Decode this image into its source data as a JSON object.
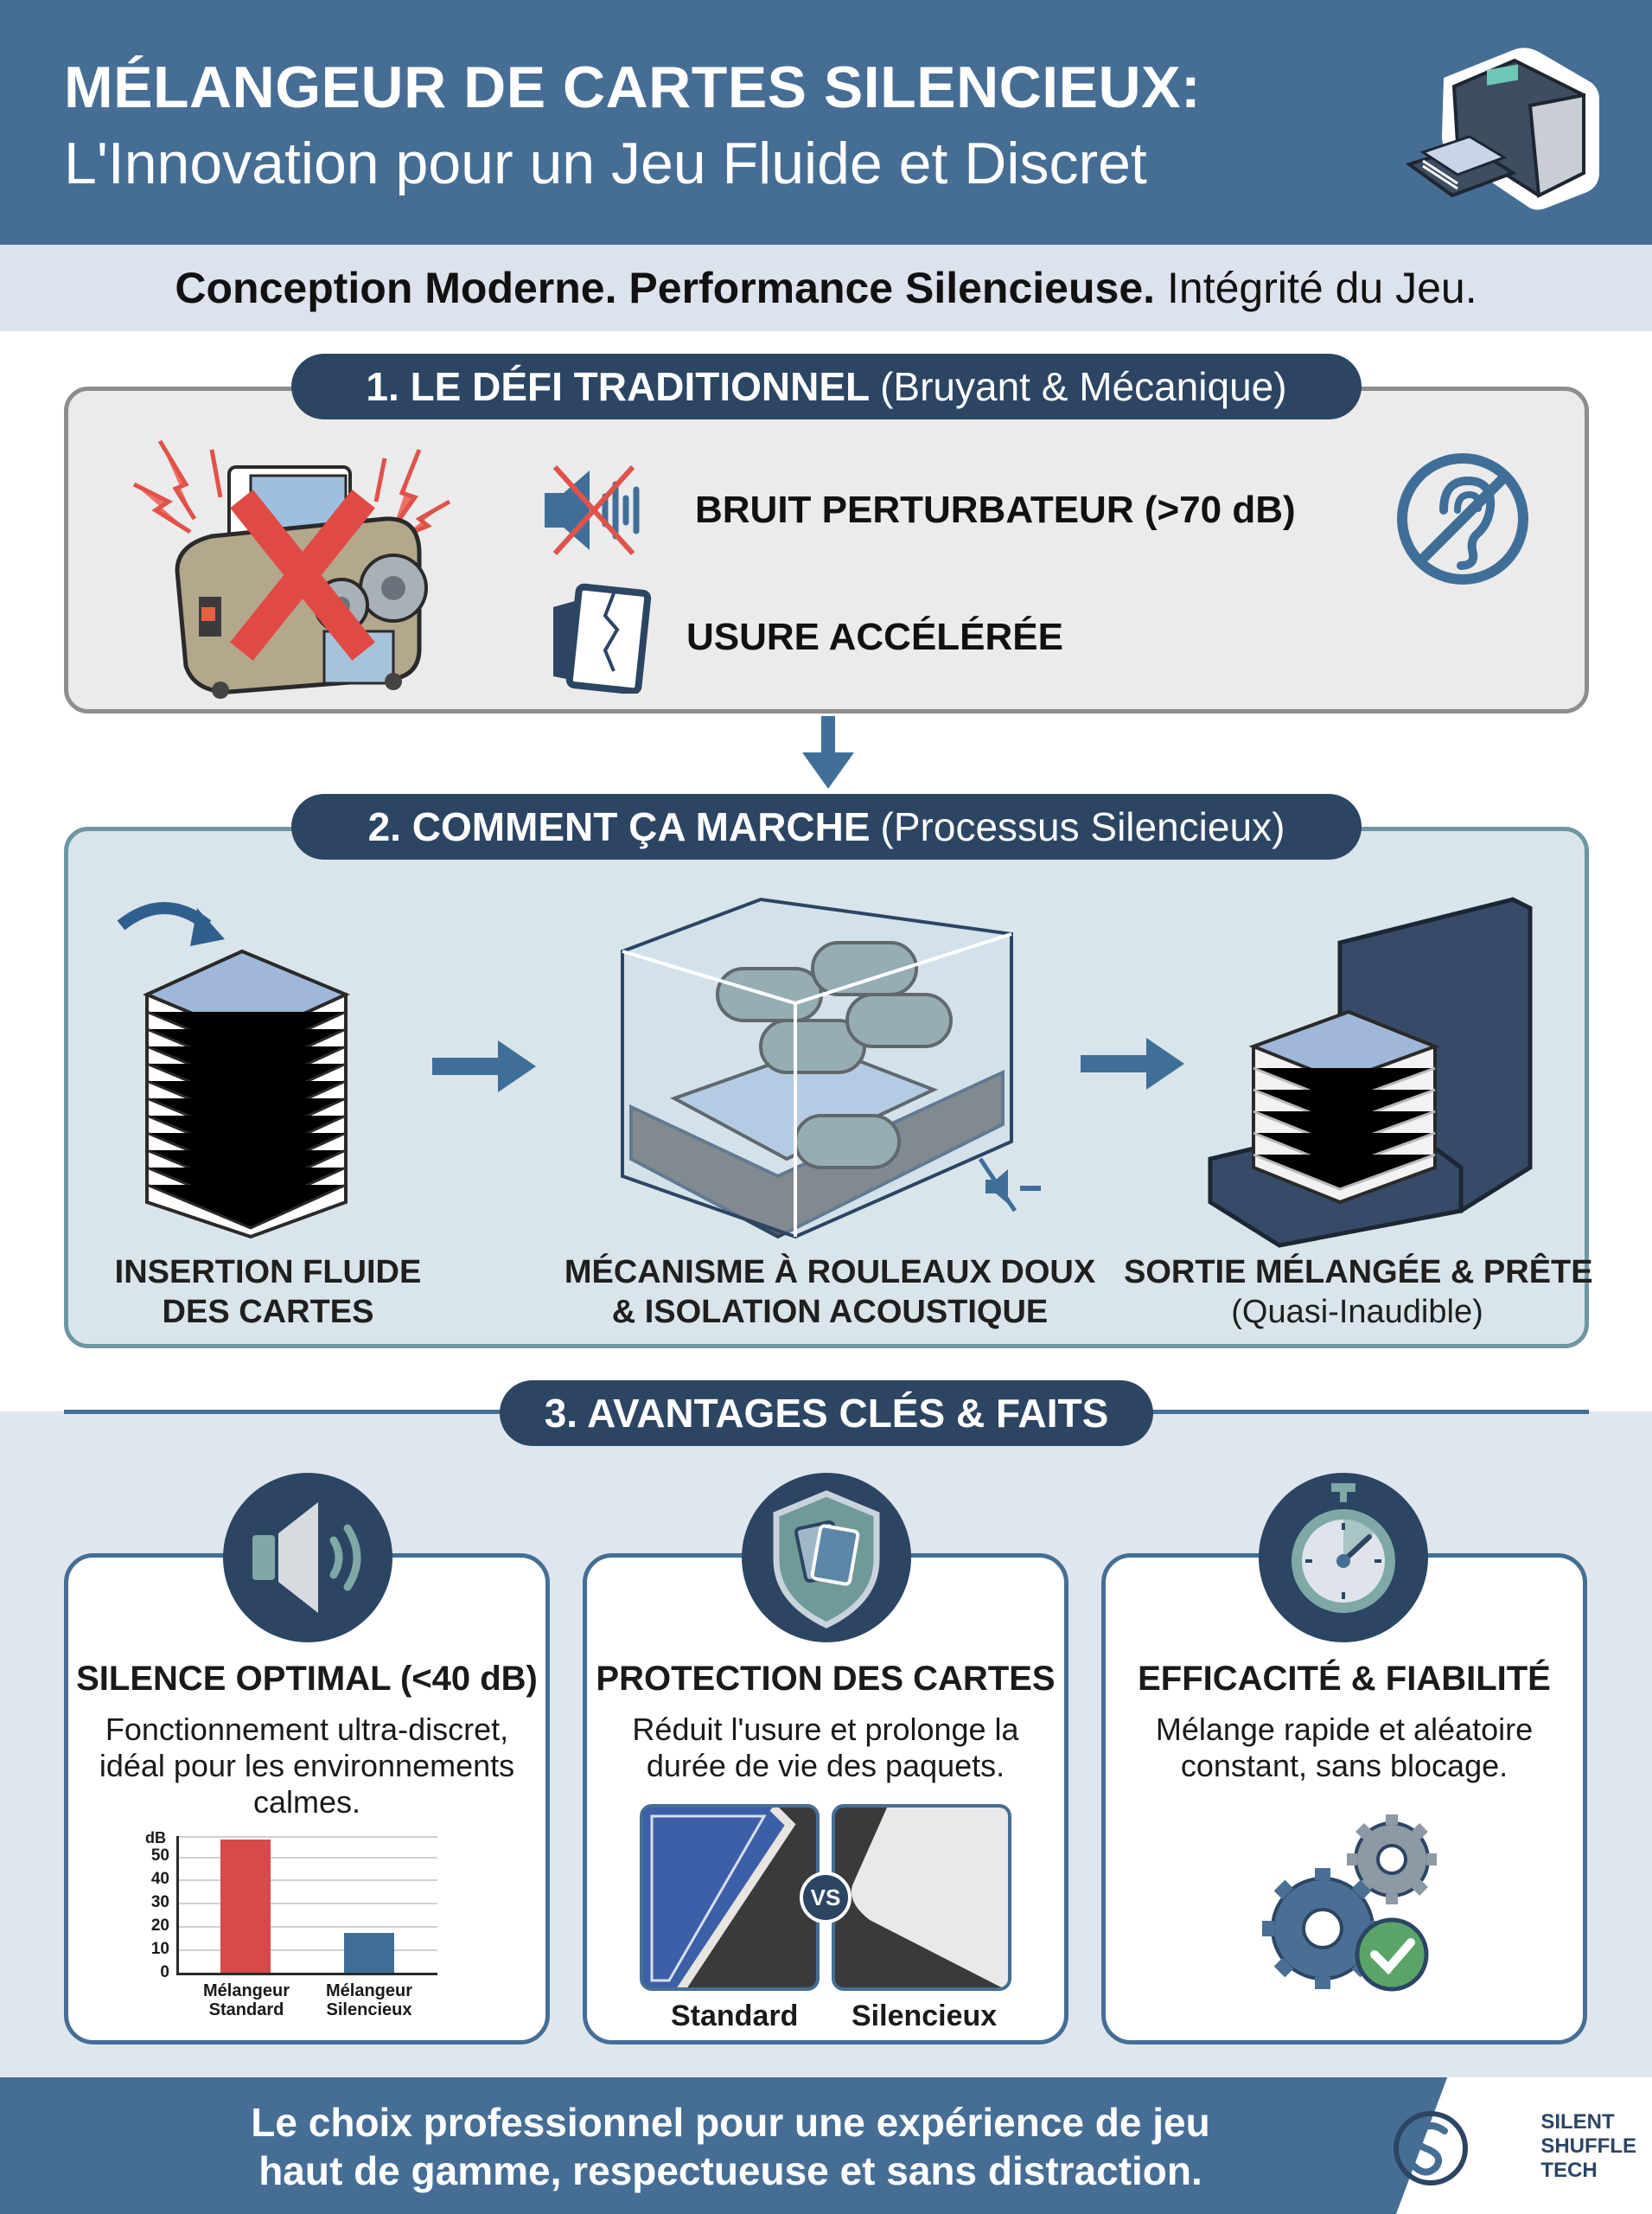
{
  "header": {
    "title_line1": "MÉLANGEUR DE CARTES SILENCIEUX:",
    "title_line2": "L'Innovation pour un Jeu Fluide et Discret",
    "icon": "card-shuffler-machine-icon",
    "bg_color": "#466e95"
  },
  "tagline": {
    "part1": "Conception Moderne.",
    "part2": "Performance Silencieuse.",
    "part3": "Intégrité du Jeu."
  },
  "section1": {
    "number_title": "1. LE DÉFI TRADITIONNEL",
    "subtitle": "(Bruyant & Mécanique)",
    "illustration": "noisy-mechanical-shuffler-crossed-icon",
    "items": [
      {
        "icon": "noise-crossed-icon",
        "label": "BRUIT PERTURBATEUR (>70 dB)"
      },
      {
        "icon": "cracked-card-icon",
        "label": "USURE ACCÉLÉRÉE"
      }
    ],
    "side_icon": "no-hearing-icon"
  },
  "section2": {
    "number_title": "2. COMMENT ÇA MARCHE",
    "subtitle": "(Processus Silencieux)",
    "steps": [
      {
        "icon": "card-stack-insert-icon",
        "line1": "INSERTION FLUIDE",
        "line2": "DES CARTES",
        "sub": ""
      },
      {
        "icon": "soft-rollers-enclosure-icon",
        "line1": "MÉCANISME À ROULEAUX DOUX",
        "line2": "& ISOLATION ACOUSTIQUE",
        "sub": ""
      },
      {
        "icon": "shuffled-output-tray-icon",
        "line1": "SORTIE MÉLANGÉE & PRÊTE",
        "line2": "",
        "sub": "(Quasi-Inaudible)"
      }
    ]
  },
  "section3": {
    "title": "3. AVANTAGES CLÉS & FAITS",
    "cards": [
      {
        "icon": "speaker-icon",
        "title": "SILENCE OPTIMAL (<40 dB)",
        "desc": "Fonctionnement ultra-discret, idéal pour les environnements calmes."
      },
      {
        "icon": "shield-cards-icon",
        "title": "PROTECTION DES CARTES",
        "desc": "Réduit l'usure et prolonge la durée de vie des paquets.",
        "compare": {
          "left": "Standard",
          "vs": "VS",
          "right": "Silencieux"
        }
      },
      {
        "icon": "stopwatch-icon",
        "title": "EFFICACITÉ & FIABILITÉ",
        "desc": "Mélange rapide et aléatoire constant, sans blocage.",
        "illustration": "gears-check-icon"
      }
    ]
  },
  "chart_data": {
    "type": "bar",
    "title": "",
    "ylabel": "dB",
    "xlabel": "",
    "categories": [
      "Mélangeur Standard",
      "Mélangeur Silencieux"
    ],
    "category_lines": [
      [
        "Mélangeur",
        "Standard"
      ],
      [
        "Mélangeur",
        "Silencieux"
      ]
    ],
    "values": [
      57,
      17
    ],
    "colors": [
      "#d64a4a",
      "#3f6f98"
    ],
    "yticks": [
      0,
      10,
      20,
      30,
      40,
      50
    ],
    "ylim": [
      0,
      60
    ],
    "grid": true,
    "legend": null
  },
  "footer": {
    "line1": "Le choix professionnel pour une expérience de jeu",
    "line2": "haut de gamme, respectueuse et sans distraction.",
    "brand": {
      "icon": "silent-shuffle-s-logo-icon",
      "line1": "SILENT",
      "line2": "SHUFFLE",
      "line3": "TECH"
    }
  }
}
